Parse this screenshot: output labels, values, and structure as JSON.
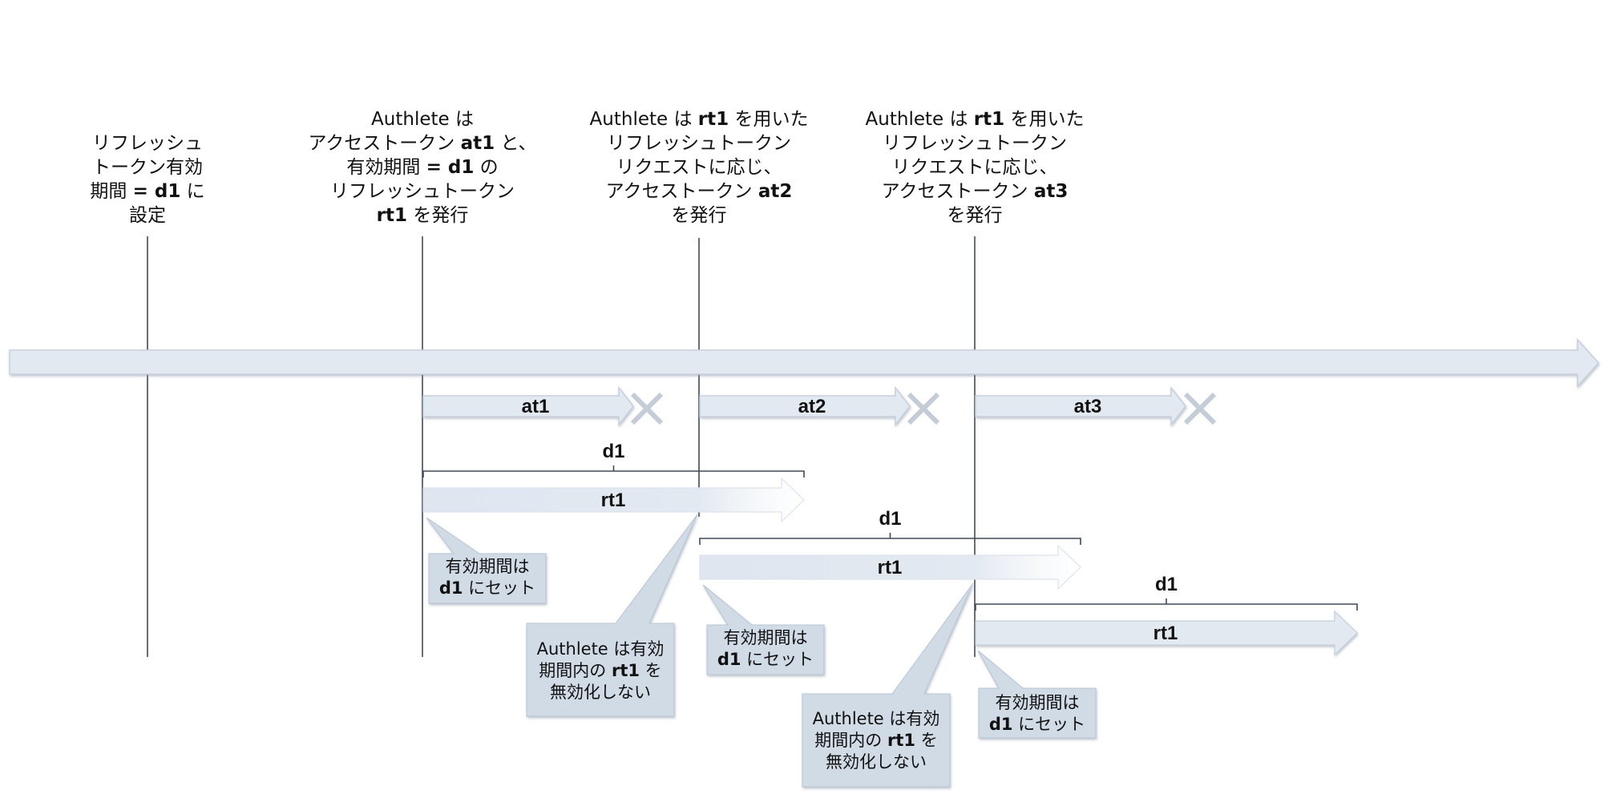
{
  "event_labels": [
    {
      "lines": [
        [
          "リフレッシュ"
        ],
        [
          "トークン有効"
        ],
        [
          "期間 ",
          {
            "b": "= d1"
          },
          " に"
        ],
        [
          "設定"
        ]
      ]
    },
    {
      "lines": [
        [
          "Authlete は"
        ],
        [
          "アクセストークン ",
          {
            "b": "at1"
          },
          " と、"
        ],
        [
          "有効期間 ",
          {
            "b": "= d1"
          },
          " の"
        ],
        [
          "リフレッシュトークン"
        ],
        [
          {
            "b": "rt1"
          },
          " を発行"
        ]
      ]
    },
    {
      "lines": [
        [
          "Authlete は ",
          {
            "b": "rt1"
          },
          " を用いた"
        ],
        [
          "リフレッシュトークン"
        ],
        [
          "リクエストに応じ、"
        ],
        [
          "アクセストークン ",
          {
            "b": "at2"
          }
        ],
        [
          "を発行"
        ]
      ]
    },
    {
      "lines": [
        [
          "Authlete は ",
          {
            "b": "rt1"
          },
          " を用いた"
        ],
        [
          "リフレッシュトークン"
        ],
        [
          "リクエストに応じ、"
        ],
        [
          "アクセストークン ",
          {
            "b": "at3"
          }
        ],
        [
          "を発行"
        ]
      ]
    }
  ],
  "access_tokens": [
    "at1",
    "at2",
    "at3"
  ],
  "refresh_tokens": [
    "rt1",
    "rt1",
    "rt1"
  ],
  "durations": [
    "d1",
    "d1",
    "d1"
  ],
  "callouts": {
    "set_validity": [
      [
        "有効期間は"
      ],
      [
        {
          "b": "d1"
        },
        " にセット"
      ]
    ],
    "not_invalidate": [
      [
        "Authlete は有効"
      ],
      [
        "期間内の ",
        {
          "b": "rt1"
        },
        " を"
      ],
      [
        "無効化しない"
      ]
    ]
  },
  "colors": {
    "bar_fill": "#e3e9f1",
    "bar_stroke": "#c7d0dc",
    "callout_fill": "#d0dbe6",
    "line": "#3e4a59",
    "x_mark": "#c4ccd8"
  }
}
